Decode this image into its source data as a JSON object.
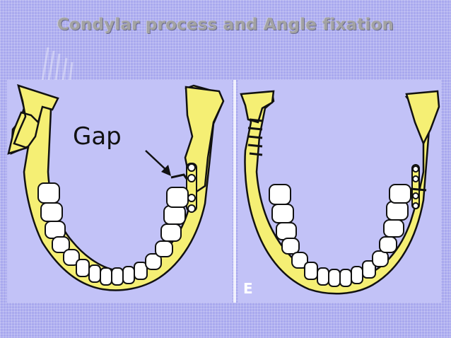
{
  "title": "Condylar process and Angle fixation",
  "left_panel": {
    "annotation": "Gap"
  },
  "right_panel": {
    "label": "E"
  },
  "colors": {
    "bone": "#f5ef74",
    "outline": "#111111",
    "panel": "#c2c2f7",
    "background": "#a9a9ee"
  }
}
